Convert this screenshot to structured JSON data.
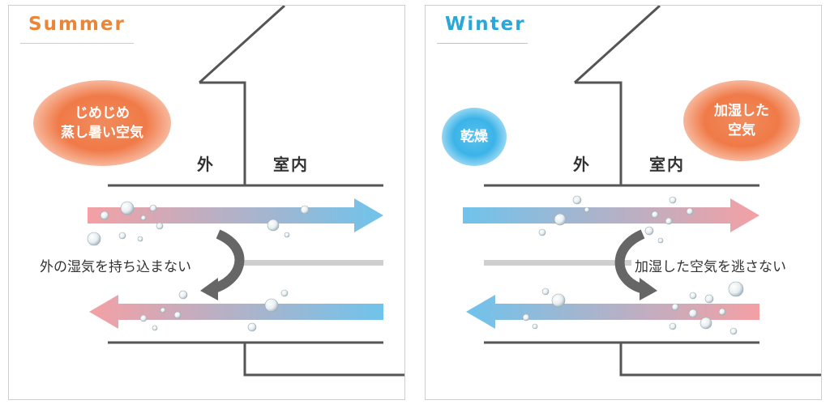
{
  "summer": {
    "title": "Summer",
    "title_color": "#e8873a",
    "outside_air": "じめじめ\n蒸し暑い空気",
    "outside_label": "外",
    "inside_label": "室内",
    "caption": "外の湿気を持ち込まない"
  },
  "winter": {
    "title": "Winter",
    "title_color": "#2aa7d9",
    "outside_air": "乾燥",
    "inside_air": "加湿した\n空気",
    "outside_label": "外",
    "inside_label": "室内",
    "caption": "加湿した空気を逃さない"
  },
  "colors": {
    "warm_arrow": "#f4a0a4",
    "cool_arrow": "#6fc3ec",
    "wall": "#555555",
    "bubble_text": "#ffffff"
  }
}
